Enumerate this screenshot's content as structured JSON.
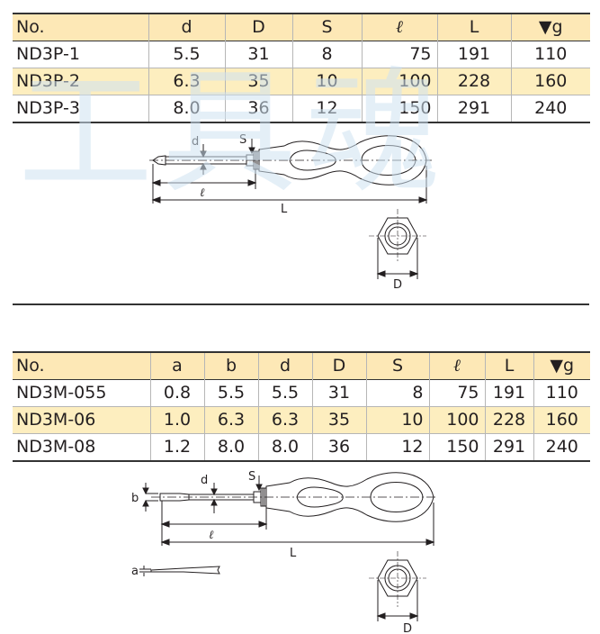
{
  "watermark": "工具魂",
  "table1": {
    "headers": [
      "No.",
      "d",
      "D",
      "S",
      "ℓ",
      "L",
      "▼g"
    ],
    "rows": [
      [
        "ND3P-1",
        "5.5",
        "31",
        "8",
        "75",
        "191",
        "110"
      ],
      [
        "ND3P-2",
        "6.3",
        "35",
        "10",
        "100",
        "228",
        "160"
      ],
      [
        "ND3P-3",
        "8.0",
        "36",
        "12",
        "150",
        "291",
        "240"
      ]
    ]
  },
  "table2": {
    "headers": [
      "No.",
      "a",
      "b",
      "d",
      "D",
      "S",
      "ℓ",
      "L",
      "▼g"
    ],
    "rows": [
      [
        "ND3M-055",
        "0.8",
        "5.5",
        "5.5",
        "31",
        "8",
        "75",
        "191",
        "110"
      ],
      [
        "ND3M-06",
        "1.0",
        "6.3",
        "6.3",
        "35",
        "10",
        "100",
        "228",
        "160"
      ],
      [
        "ND3M-08",
        "1.2",
        "8.0",
        "8.0",
        "36",
        "12",
        "150",
        "291",
        "240"
      ]
    ]
  },
  "drawing1": {
    "label_d": "d",
    "label_s": "S",
    "label_l": "ℓ",
    "label_L": "L",
    "label_D": "D"
  },
  "drawing2": {
    "label_b": "b",
    "label_d": "d",
    "label_s": "S",
    "label_l": "ℓ",
    "label_L": "L",
    "label_a": "a",
    "label_D": "D"
  }
}
